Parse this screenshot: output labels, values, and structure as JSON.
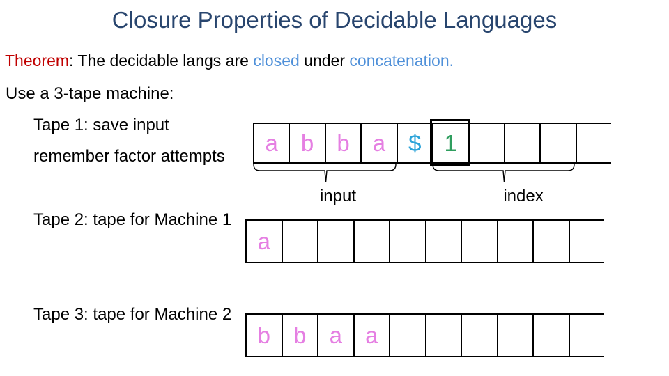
{
  "slide": {
    "title": "Closure Properties of Decidable Languages",
    "theorem": {
      "label": "Theorem",
      "separator": ": ",
      "before": "The decidable langs are ",
      "closed": "closed",
      "middle": " under ",
      "concatenation": "concatenation."
    },
    "subtitle": "Use a 3-tape machine:",
    "tape1": {
      "label_line1": "Tape 1: save input",
      "label_line2": "remember factor attempts",
      "cells": [
        "a",
        "b",
        "b",
        "a",
        "$",
        "1",
        "",
        "",
        "",
        ""
      ],
      "highlighted_cell": "1",
      "brace_label_input": "input",
      "brace_label_index": "index"
    },
    "tape2": {
      "label": "Tape 2: tape for Machine 1",
      "cells": [
        "a",
        "",
        "",
        "",
        "",
        "",
        "",
        "",
        "",
        ""
      ]
    },
    "tape3": {
      "label": "Tape 3: tape for Machine 2",
      "cells": [
        "b",
        "b",
        "a",
        "a",
        "",
        "",
        "",
        "",
        "",
        ""
      ]
    },
    "colors": {
      "title": "#28456E",
      "theorem_label": "#C00000",
      "keyword_blue": "#4F90D9",
      "body_text": "#000000",
      "symbol_pink": "#E57FE2",
      "symbol_dollar": "#2BA3D9",
      "symbol_index": "#2F9E5F"
    },
    "cell_colors": {
      "a": "#E57FE2",
      "b": "#E57FE2",
      "$": "#2BA3D9",
      "1": "#2F9E5F"
    }
  }
}
